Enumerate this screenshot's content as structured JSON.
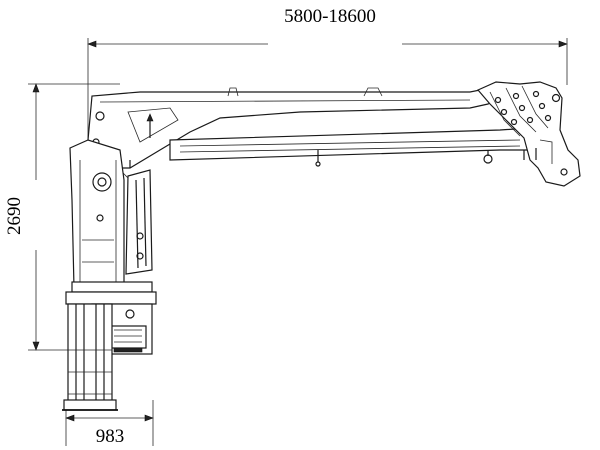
{
  "dimensions": {
    "boom_reach": "5800-18600",
    "height": "2690",
    "base_width": "983"
  }
}
